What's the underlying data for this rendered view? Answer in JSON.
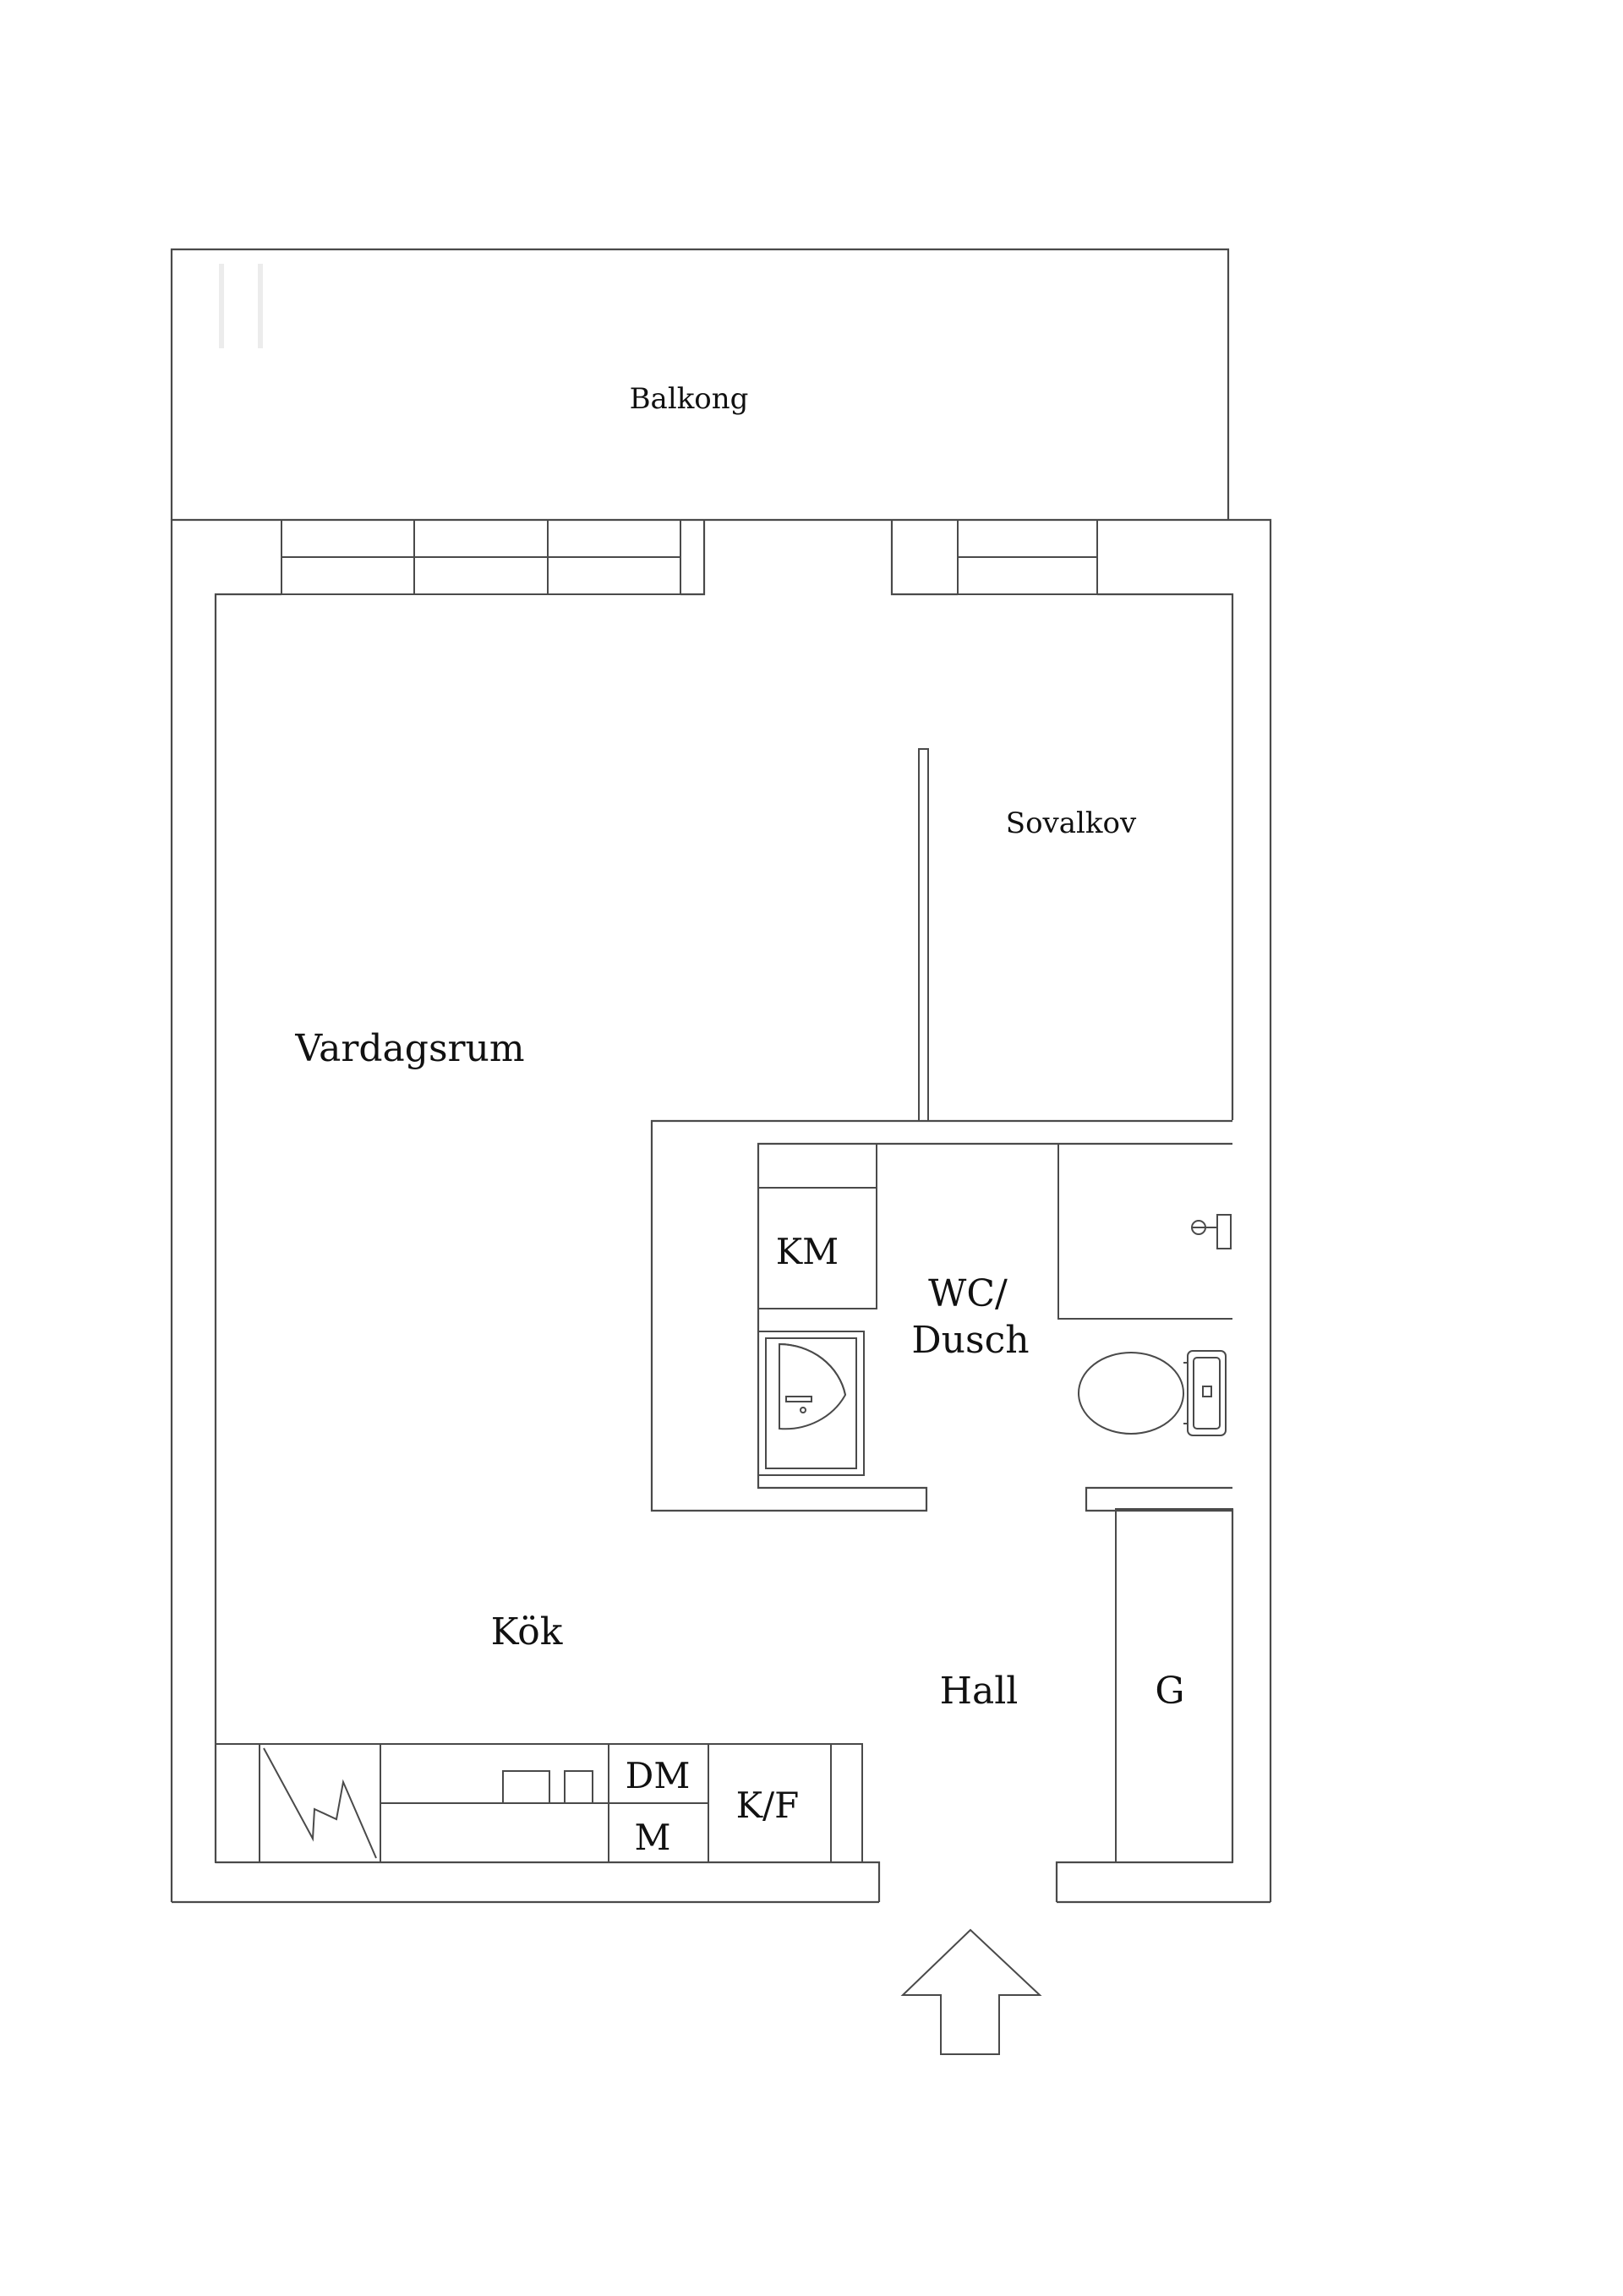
{
  "rooms": {
    "balcony": "Balkong",
    "sleeping_alcove": "Sovalkov",
    "living_room": "Vardagsrum",
    "bathroom_line1": "WC/",
    "bathroom_line2": "Dusch",
    "kitchen": "Kök",
    "hall": "Hall",
    "wardrobe": "G"
  },
  "fixtures": {
    "washing_machine": "KM",
    "dishwasher": "DM",
    "microwave": "M",
    "fridge_freezer": "K/F"
  },
  "icons": [
    "entrance-arrow-icon",
    "washbasin-icon",
    "toilet-icon",
    "shower-icon",
    "electrical-panel-icon"
  ]
}
